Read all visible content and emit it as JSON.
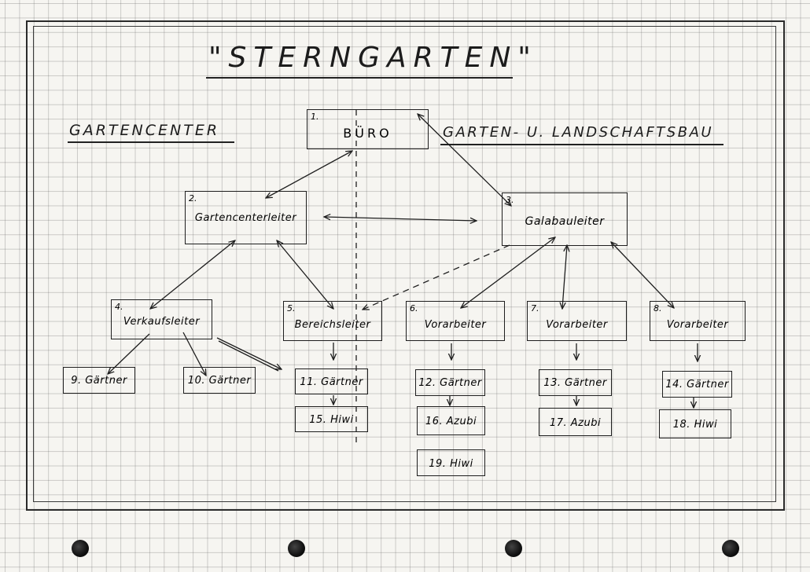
{
  "title": "\"STERNGARTEN\"",
  "headings": {
    "left": "GARTENCENTER",
    "right": "GARTEN- U. LANDSCHAFTSBAU"
  },
  "boxes": {
    "b1": {
      "num": "1.",
      "label": "BÜRO"
    },
    "b2": {
      "num": "2.",
      "label": "Gartencenterleiter"
    },
    "b3": {
      "num": "3.",
      "label": "Galabauleiter"
    },
    "b4": {
      "num": "4.",
      "label": "Verkaufsleiter"
    },
    "b5": {
      "num": "5.",
      "label": "Bereichsleiter"
    },
    "b6": {
      "num": "6.",
      "label": "Vorarbeiter"
    },
    "b7": {
      "num": "7.",
      "label": "Vorarbeiter"
    },
    "b8": {
      "num": "8.",
      "label": "Vorarbeiter"
    },
    "b9": {
      "num": "9.",
      "label": "Gärtner"
    },
    "b10": {
      "num": "10.",
      "label": "Gärtner"
    },
    "b11": {
      "num": "11.",
      "label": "Gärtner"
    },
    "b12": {
      "num": "12.",
      "label": "Gärtner"
    },
    "b13": {
      "num": "13.",
      "label": "Gärtner"
    },
    "b14": {
      "num": "14.",
      "label": "Gärtner"
    },
    "b15": {
      "num": "15.",
      "label": "Hiwi"
    },
    "b16": {
      "num": "16.",
      "label": "Azubi"
    },
    "b17": {
      "num": "17.",
      "label": "Azubi"
    },
    "b18": {
      "num": "18.",
      "label": "Hiwi"
    },
    "b19": {
      "num": "19.",
      "label": "Hiwi"
    }
  },
  "colors": {
    "ink": "#1e1e1e",
    "paper": "#f6f5f1",
    "grid": "#8a8a8a"
  }
}
